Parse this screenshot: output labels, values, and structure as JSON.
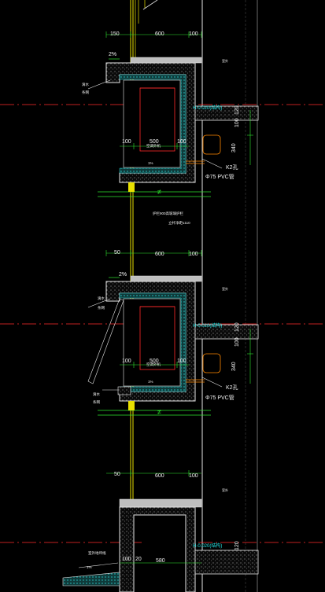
{
  "colors": {
    "background": "#000000",
    "wall": "#e6e6e6",
    "glass": "#e8e000",
    "dim_line": "#2ee62e",
    "axis": "#ff2a2a",
    "slab_hatch": "#9a9a9a",
    "insulation": "#2bd6d6",
    "level_mark": "#22e0e0",
    "right_border": "#6a6a6a"
  },
  "units": [
    {
      "dims_top": {
        "left": "150",
        "mid": "600",
        "right": "100"
      },
      "slope": "2%",
      "drip_label": [
        "滴水",
        "条网"
      ],
      "level_label": "H-0.020(结构)",
      "level_right_dims": [
        "120",
        "100"
      ],
      "dims_box": {
        "left": "100",
        "mid": "500",
        "right": "100"
      },
      "ac_label": "空调外机",
      "box_slope": "1%",
      "dim_340": "340",
      "hole_label": "K2孔",
      "pipe_label": "Φ75 PVC管",
      "break_mark": "≠"
    },
    {
      "rail_note_1": "护栏900高玻璃护栏",
      "rail_note_2": "立杆净距≤110",
      "dims_top": {
        "left": "50",
        "mid": "600",
        "right": "100"
      },
      "slope": "2%",
      "drip_label": [
        "滴水",
        "条网"
      ],
      "level_label": "H-0.020(结构)",
      "level_right_dims": [
        "120",
        "100"
      ],
      "dims_box": {
        "left": "100",
        "mid": "500",
        "right": "100"
      },
      "ac_label": "空调外机",
      "box_slope": "1%",
      "dim_340": "340",
      "hole_label": "K2孔",
      "pipe_label": "Φ75 PVC管",
      "extra_drip": [
        "滴水",
        "条网"
      ],
      "break_mark": "≠"
    },
    {
      "dims_top": {
        "left": "50",
        "mid": "600",
        "right": "100"
      },
      "level_label": "H-0.020(结构)",
      "level_right_dims": [
        "120"
      ],
      "ground_label": "室外地坪线",
      "slope": "1%",
      "dims_bottom": {
        "left": "100",
        "mid": "20",
        "right": "580"
      }
    }
  ],
  "side_notes": [
    "室外",
    "室外",
    "室外"
  ]
}
